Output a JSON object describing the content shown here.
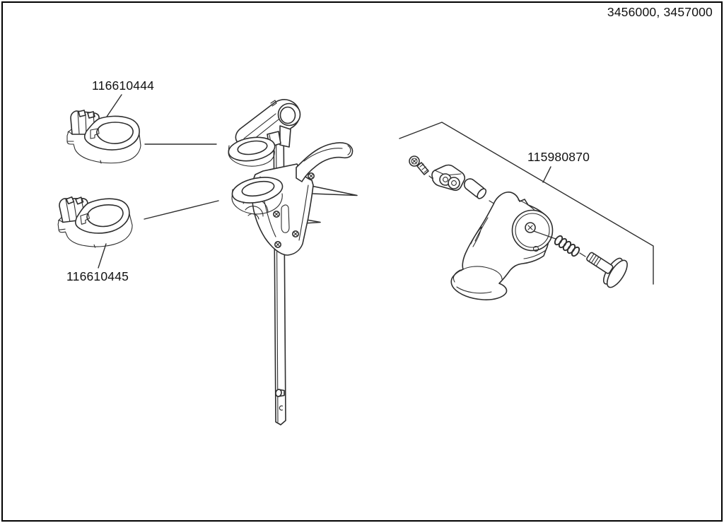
{
  "header": {
    "model_numbers": "3456000, 3457000"
  },
  "diagram": {
    "type": "exploded-parts-diagram",
    "parts": [
      {
        "part_number": "116610444"
      },
      {
        "part_number": "116610445"
      },
      {
        "part_number": "115980870"
      }
    ]
  },
  "colors": {
    "background": "#ffffff",
    "frame": "#000000",
    "line_art": "#2e2e2e",
    "text": "#111111"
  }
}
